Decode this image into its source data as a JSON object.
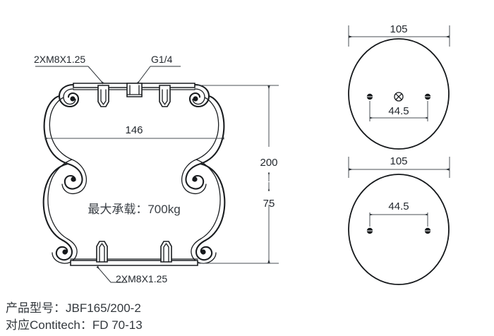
{
  "drawing": {
    "title": "Air Spring Assembly Drawing",
    "background_color": "#ffffff",
    "line_color": "#1a1d20",
    "dim_color": "#4a4f55",
    "text_color": "#23282e"
  },
  "main_view": {
    "name": "double-convoluted-air-spring-section",
    "callouts": {
      "top_thread": "2XM8X1.25",
      "port": "G1/4",
      "bottom_thread": "2XM8X1.25"
    },
    "dimensions": {
      "width": "146",
      "height_total": "200",
      "height_min": "75"
    },
    "load_label": "最大承载：700kg"
  },
  "top_plate_view": {
    "name": "top-bead-plate",
    "diameter": "105",
    "hole_spacing": "44.5",
    "center_port_icon": "crossed-circle-port-icon"
  },
  "bottom_plate_view": {
    "name": "bottom-bead-plate",
    "diameter": "105",
    "hole_spacing": "44.5"
  },
  "footer": {
    "model_line": "产品型号：JBF165/200-2",
    "equivalent_line": "对应Contitech：FD 70-13"
  }
}
